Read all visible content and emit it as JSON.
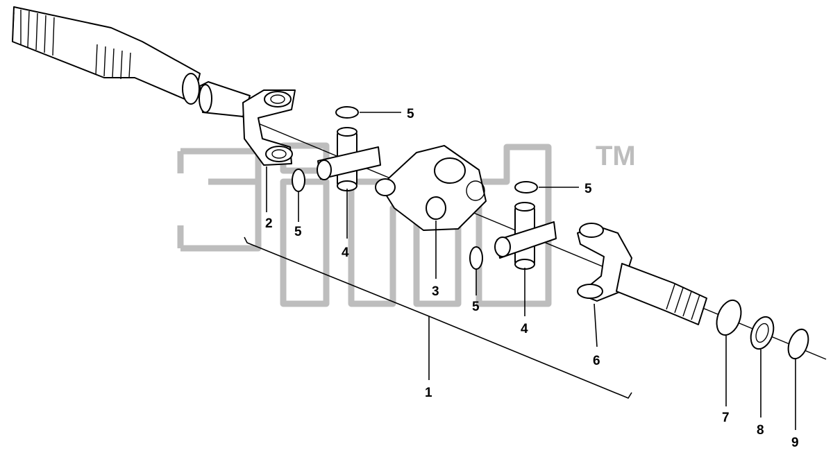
{
  "watermark": {
    "text": "3inab",
    "trademark": "TM",
    "color": "#bdbdbd"
  },
  "callouts": [
    {
      "id": "c1",
      "label": "1"
    },
    {
      "id": "c2",
      "label": "2"
    },
    {
      "id": "c3",
      "label": "3"
    },
    {
      "id": "c4a",
      "label": "4"
    },
    {
      "id": "c4b",
      "label": "4"
    },
    {
      "id": "c5a",
      "label": "5"
    },
    {
      "id": "c5b",
      "label": "5"
    },
    {
      "id": "c5c",
      "label": "5"
    },
    {
      "id": "c5d",
      "label": "5"
    },
    {
      "id": "c6",
      "label": "6"
    },
    {
      "id": "c7",
      "label": "7"
    },
    {
      "id": "c8",
      "label": "8"
    },
    {
      "id": "c9",
      "label": "9"
    }
  ]
}
